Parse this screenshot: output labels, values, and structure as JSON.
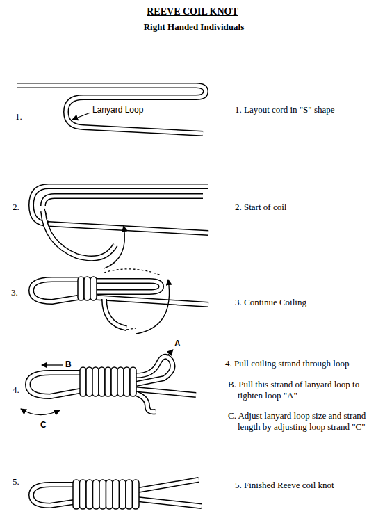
{
  "diagram": {
    "title": "REEVE COIL KNOT",
    "labels": [
      "Right Handed Individuals",
      "1.",
      "Lanyard Loop",
      "1. Layout cord in \"S\" shape",
      "2.",
      "2. Start of coil",
      "3.",
      "3. Continue Coiling",
      "A",
      "B",
      "4.",
      "C",
      "4. Pull coiling strand through loop",
      "B. Pull this strand of lanyard loop to tighten loop \"A\"",
      "C. Adjust lanyard loop size and strand length by adjusting loop strand \"C\"",
      "5.",
      "5. Finished Reeve coil knot"
    ]
  }
}
